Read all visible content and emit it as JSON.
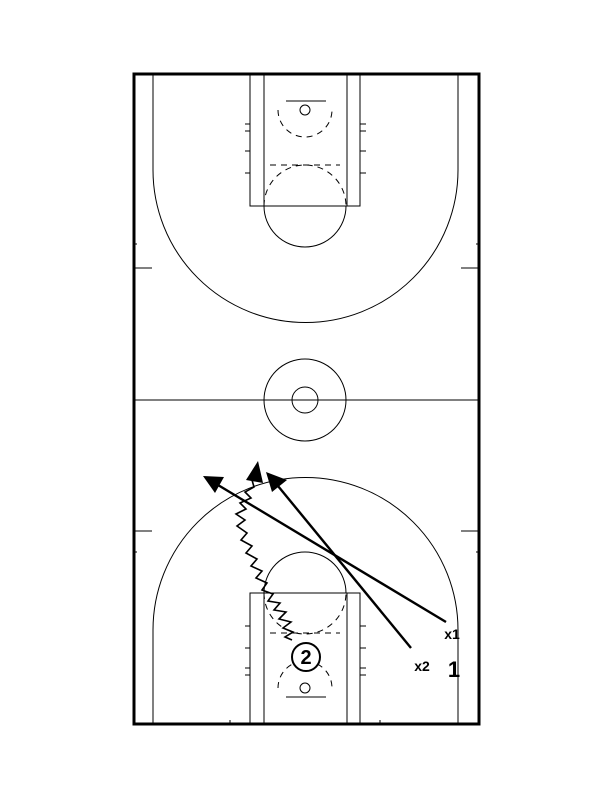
{
  "players": {
    "offense_one": "1",
    "offense_two": "2",
    "defender_one": "x1",
    "defender_two": "x2"
  }
}
